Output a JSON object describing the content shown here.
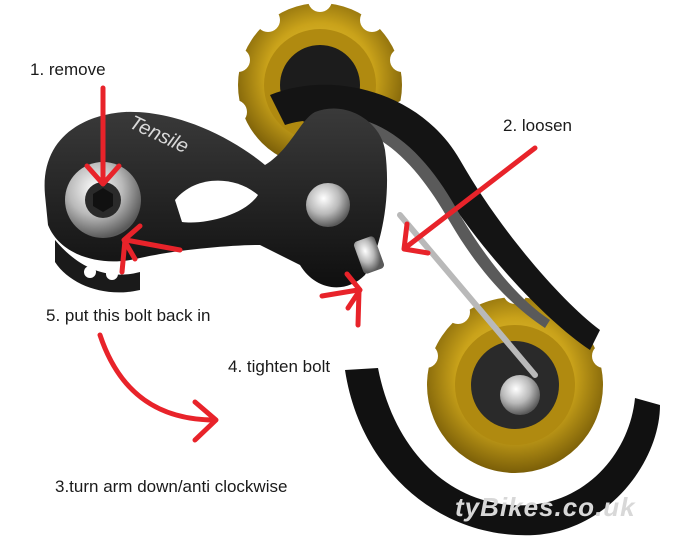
{
  "labels": {
    "remove": "1. remove",
    "loosen": "2. loosen",
    "turn_arm": "3.turn arm down/anti clockwise",
    "tighten_bolt": "4. tighten bolt",
    "put_bolt_back": "5. put this bolt back in"
  },
  "product_text": "Tensile",
  "watermark": "tyBikes.co.uk",
  "colors": {
    "arrow": "#e8232a",
    "arm": "#1c1c1c",
    "pulley_gold": "#c9a21a",
    "steel": "#c8c8c8"
  }
}
